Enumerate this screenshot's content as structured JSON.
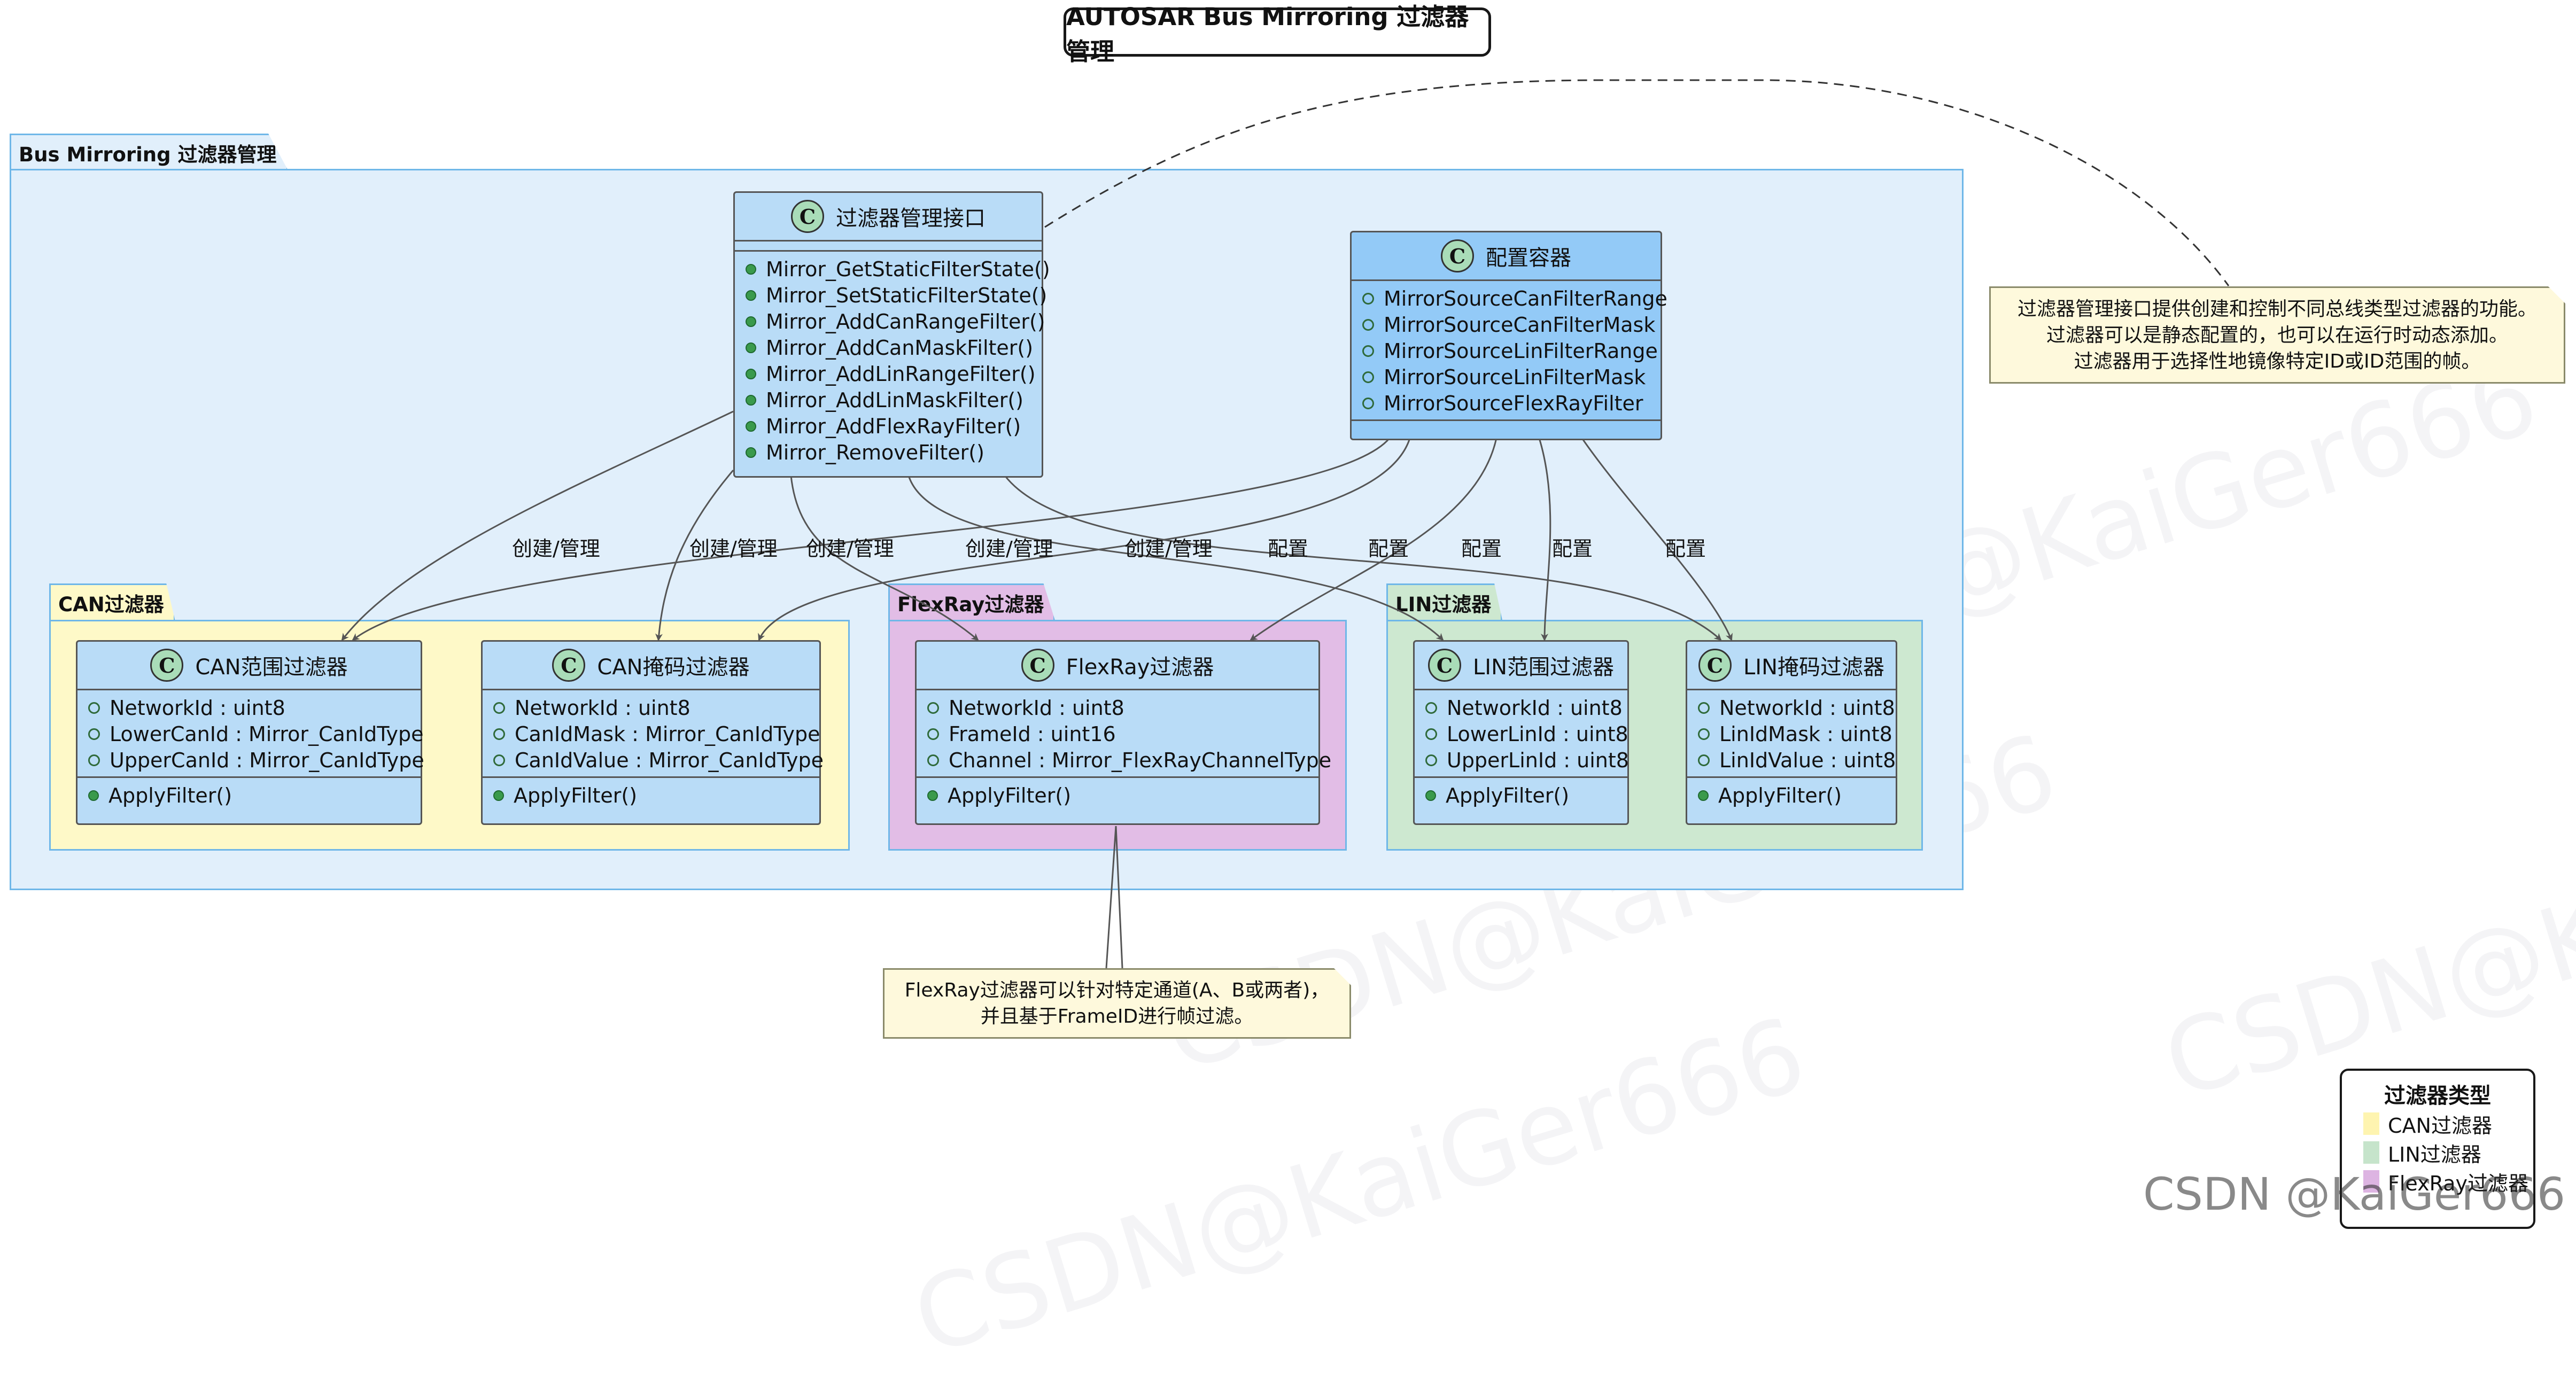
{
  "title": "AUTOSAR Bus Mirroring 过滤器管理",
  "outer_package": {
    "label": "Bus Mirroring 过滤器管理"
  },
  "packages": {
    "can": {
      "label": "CAN过滤器",
      "color": "#fef9c8"
    },
    "flexray": {
      "label": "FlexRay过滤器",
      "color": "#e2bde6"
    },
    "lin": {
      "label": "LIN过滤器",
      "color": "#cde8d0"
    }
  },
  "colors": {
    "outer_package": "#e1effb",
    "package_border": "#6fb7e8",
    "class_fill": "#b9dcf7",
    "config_fill": "#93caf7",
    "note_fill": "#fef9dc"
  },
  "class_icon": "C",
  "classes": {
    "filter_interface": {
      "name": "过滤器管理接口",
      "operations": [
        "Mirror_GetStaticFilterState()",
        "Mirror_SetStaticFilterState()",
        "Mirror_AddCanRangeFilter()",
        "Mirror_AddCanMaskFilter()",
        "Mirror_AddLinRangeFilter()",
        "Mirror_AddLinMaskFilter()",
        "Mirror_AddFlexRayFilter()",
        "Mirror_RemoveFilter()"
      ]
    },
    "config_container": {
      "name": "配置容器",
      "attributes": [
        "MirrorSourceCanFilterRange",
        "MirrorSourceCanFilterMask",
        "MirrorSourceLinFilterRange",
        "MirrorSourceLinFilterMask",
        "MirrorSourceFlexRayFilter"
      ]
    },
    "can_range": {
      "name": "CAN范围过滤器",
      "attributes": [
        "NetworkId : uint8",
        "LowerCanId : Mirror_CanIdType",
        "UpperCanId : Mirror_CanIdType"
      ],
      "operations": [
        "ApplyFilter()"
      ]
    },
    "can_mask": {
      "name": "CAN掩码过滤器",
      "attributes": [
        "NetworkId : uint8",
        "CanIdMask : Mirror_CanIdType",
        "CanIdValue : Mirror_CanIdType"
      ],
      "operations": [
        "ApplyFilter()"
      ]
    },
    "flexray": {
      "name": "FlexRay过滤器",
      "attributes": [
        "NetworkId : uint8",
        "FrameId : uint16",
        "Channel : Mirror_FlexRayChannelType"
      ],
      "operations": [
        "ApplyFilter()"
      ]
    },
    "lin_range": {
      "name": "LIN范围过滤器",
      "attributes": [
        "NetworkId : uint8",
        "LowerLinId : uint8",
        "UpperLinId : uint8"
      ],
      "operations": [
        "ApplyFilter()"
      ]
    },
    "lin_mask": {
      "name": "LIN掩码过滤器",
      "attributes": [
        "NetworkId : uint8",
        "LinIdMask : uint8",
        "LinIdValue : uint8"
      ],
      "operations": [
        "ApplyFilter()"
      ]
    }
  },
  "edge_labels": {
    "create_manage": "创建/管理",
    "config": "配置"
  },
  "notes": {
    "interface_note": [
      "过滤器管理接口提供创建和控制不同总线类型过滤器的功能。",
      "过滤器可以是静态配置的，也可以在运行时动态添加。",
      "过滤器用于选择性地镜像特定ID或ID范围的帧。"
    ],
    "flexray_note": [
      "FlexRay过滤器可以针对特定通道(A、B或两者)，",
      "并且基于FrameID进行帧过滤。"
    ]
  },
  "legend": {
    "title": "过滤器类型",
    "items": [
      {
        "label": "CAN过滤器",
        "color": "#fef4b0"
      },
      {
        "label": "LIN过滤器",
        "color": "#c6e4cb"
      },
      {
        "label": "FlexRay过滤器",
        "color": "#ddb4e2"
      }
    ]
  },
  "watermark": "CSDN@KaiGer666",
  "credit": "CSDN @KaiGer666"
}
